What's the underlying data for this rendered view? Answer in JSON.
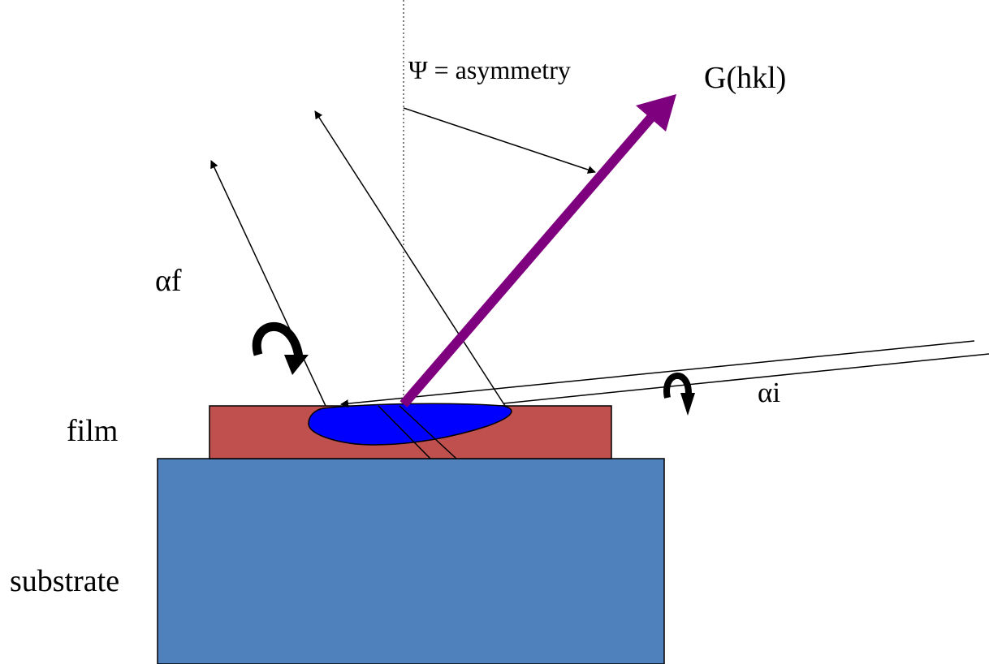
{
  "labels": {
    "psi": "Ψ = asymmetry",
    "g_vector": "G(hkl)",
    "alpha_f": "αf",
    "alpha_i": "αi",
    "film": "film",
    "substrate": "substrate"
  },
  "colors": {
    "substrate": "#4F81BD",
    "film": "#C0504D",
    "illuminated_spot": "#0000FF",
    "g_vector": "#7F007F",
    "lines": "#000000",
    "background": "#FFFFFF"
  },
  "icons": {
    "rotation_alpha_f": "curved-rotation-arrow-icon",
    "rotation_alpha_i": "curved-rotation-arrow-icon"
  }
}
